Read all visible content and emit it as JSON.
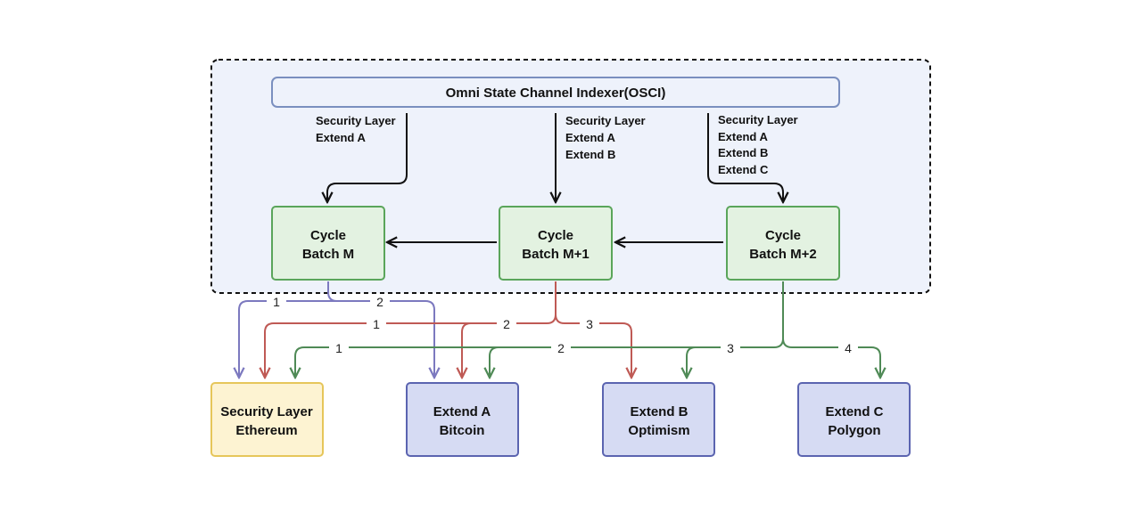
{
  "indexer": {
    "title": "Omni State Channel Indexer(OSCI)"
  },
  "branch_labels": {
    "m": [
      "Security Layer",
      "Extend A"
    ],
    "m1": [
      "Security Layer",
      "Extend A",
      "Extend B"
    ],
    "m2": [
      "Security Layer",
      "Extend A",
      "Extend B",
      "Extend C"
    ]
  },
  "cycles": [
    {
      "line1": "Cycle",
      "line2": "Batch M"
    },
    {
      "line1": "Cycle",
      "line2": "Batch M+1"
    },
    {
      "line1": "Cycle",
      "line2": "Batch M+2"
    }
  ],
  "targets": [
    {
      "line1": "Security Layer",
      "line2": "Ethereum"
    },
    {
      "line1": "Extend A",
      "line2": "Bitcoin"
    },
    {
      "line1": "Extend B",
      "line2": "Optimism"
    },
    {
      "line1": "Extend C",
      "line2": "Polygon"
    }
  ],
  "route_numbers": {
    "m": [
      "1",
      "2"
    ],
    "m1": [
      "1",
      "2",
      "3"
    ],
    "m2": [
      "1",
      "2",
      "3",
      "4"
    ]
  },
  "colors": {
    "region_fill": "#eef2fb",
    "indexer_border": "#7a8fbf",
    "cycle_fill": "#e3f2e1",
    "cycle_border": "#5aa55a",
    "eth_fill": "#fdf3d2",
    "eth_border": "#e6c65a",
    "extend_fill": "#d6dbf3",
    "extend_border": "#5b64b0",
    "route_m": "#7c79bf",
    "route_m1": "#bf5a55",
    "route_m2": "#4f8a56"
  }
}
